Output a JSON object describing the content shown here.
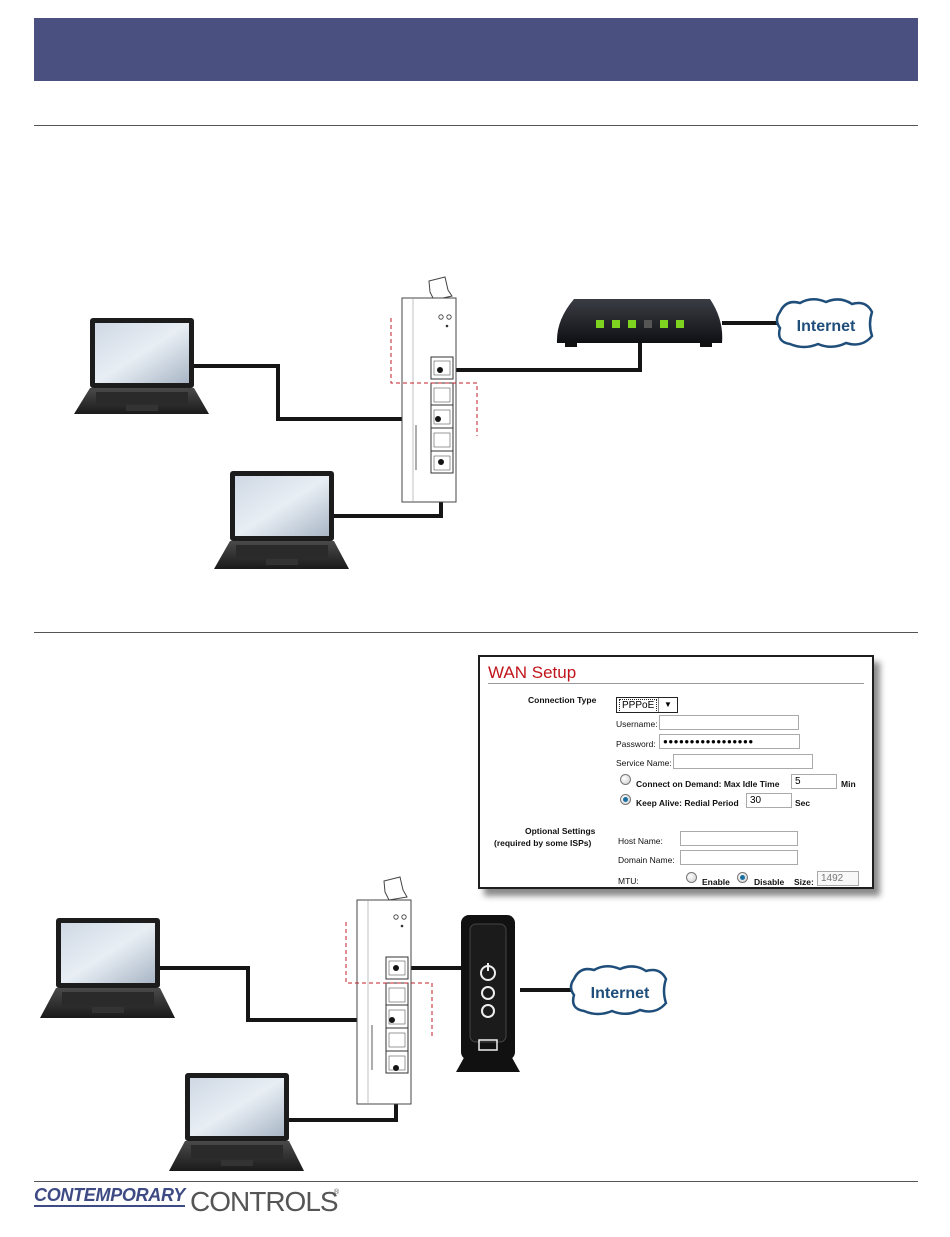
{
  "wan_setup": {
    "title": "WAN Setup",
    "connection_type_label": "Connection Type",
    "connection_type_value": "PPPoE",
    "username_label": "Username:",
    "username_value": "",
    "password_label": "Password:",
    "password_value": "●●●●●●●●●●●●●●●●●",
    "service_name_label": "Service Name:",
    "service_name_value": "",
    "connect_on_demand_label": "Connect on Demand: Max Idle Time",
    "max_idle_time_value": "5",
    "max_idle_unit": "Min",
    "connect_on_demand_selected": false,
    "keep_alive_label": "Keep Alive: Redial Period",
    "redial_period_value": "30",
    "redial_unit": "Sec",
    "keep_alive_selected": true,
    "optional_settings_label": "Optional Settings",
    "optional_settings_note": "(required by some ISPs)",
    "host_name_label": "Host Name:",
    "host_name_value": "",
    "domain_name_label": "Domain Name:",
    "domain_name_value": "",
    "mtu_label": "MTU:",
    "mtu_enable_label": "Enable",
    "mtu_disable_label": "Disable",
    "mtu_enable_selected": false,
    "mtu_disable_selected": true,
    "mtu_size_label": "Size:",
    "mtu_size_value": "1492"
  },
  "diagram": {
    "internet_label": "Internet"
  },
  "logo": {
    "part1": "CONTEMPORARY",
    "part2": "CONTROLS",
    "reg": "®"
  },
  "colors": {
    "banner": "#4a5080",
    "wan_title": "#c0151b",
    "router_led_green": "#7ed321",
    "internet_text": "#1f4e7a"
  },
  "icons": {
    "laptop": "laptop-icon",
    "switch": "ethernet-switch-icon",
    "router": "router-icon",
    "modem": "modem-icon",
    "cloud": "internet-cloud-icon"
  }
}
